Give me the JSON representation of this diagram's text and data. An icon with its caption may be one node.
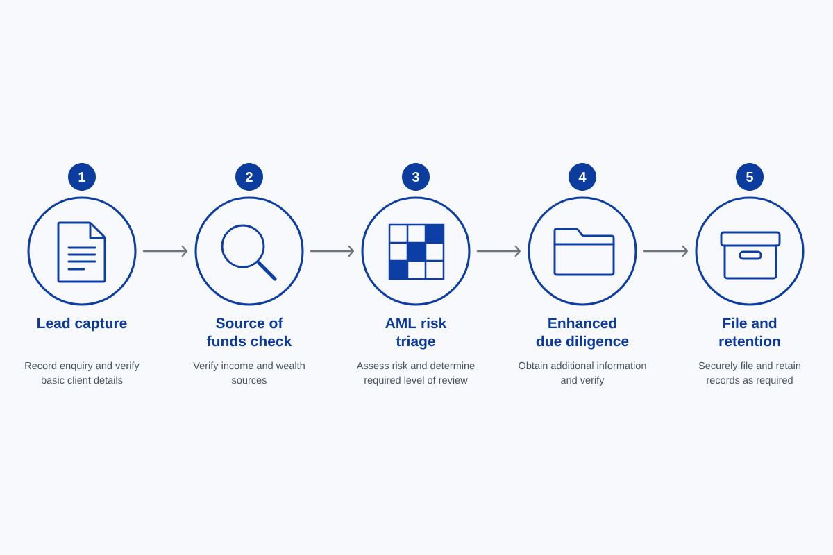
{
  "diagram": {
    "nodes": [
      {
        "text": [
          "1"
        ]
      },
      {
        "text": [
          "Lead capture",
          "Record enquiry and verify basic client details"
        ]
      },
      {
        "text": [
          "2"
        ]
      },
      {
        "text": [
          "Source of funds check",
          "Verify income and wealth sources"
        ]
      },
      {
        "text": [
          "3"
        ]
      },
      {
        "text": [
          "AML risk triage",
          "Assess risk and determine required level of review"
        ]
      },
      {
        "text": [
          "4"
        ]
      },
      {
        "text": [
          "Enhanced due diligence",
          "Obtain additional information and verify"
        ]
      },
      {
        "text": [
          "5"
        ]
      },
      {
        "text": [
          "File and retention",
          "Securely file and retain records as required"
        ]
      }
    ],
    "edges": [
      {
        "from": 1,
        "to": 3,
        "arrow": "to"
      },
      {
        "from": 3,
        "to": 5,
        "arrow": "to"
      },
      {
        "from": 5,
        "to": 7,
        "arrow": "to"
      },
      {
        "from": 7,
        "to": 9,
        "arrow": "to"
      }
    ]
  }
}
